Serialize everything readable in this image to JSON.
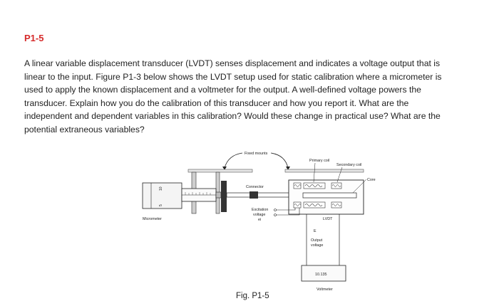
{
  "problem": {
    "id": "P1-5",
    "lines": [
      "A linear variable displacement transducer (LVDT) senses displacement and indicates a voltage output that is",
      "linear to the input. Figure P1-3 below shows the LVDT setup used for static calibration where a micrometer is",
      "used to apply the known displacement and a voltmeter for the output. A well-defined voltage powers the",
      "transducer. Explain how you do the calibration of this transducer and how you report it. What are the",
      "independent and dependent variables in this calibration? Would these change in practical use? What are the",
      "potential extraneous variables?"
    ]
  },
  "figure": {
    "labels": {
      "fixed_mounts": "Fixed mounts",
      "primary_coil": "Primary coil",
      "secondary_coil": "Secondary coil",
      "core": "Core",
      "connector": "Connector",
      "micrometer": "Micrometer",
      "excitation_line1": "Excitation",
      "excitation_line2": "voltage",
      "excitation_line3": "ei",
      "lvdt": "LVDT",
      "output_symbol": "E",
      "output_line1": "Output",
      "output_line2": "voltage",
      "voltmeter_reading": "10.135",
      "voltmeter": "Voltmeter",
      "scale_10": "10",
      "scale_5": "5"
    },
    "caption": "Fig. P1-5"
  }
}
